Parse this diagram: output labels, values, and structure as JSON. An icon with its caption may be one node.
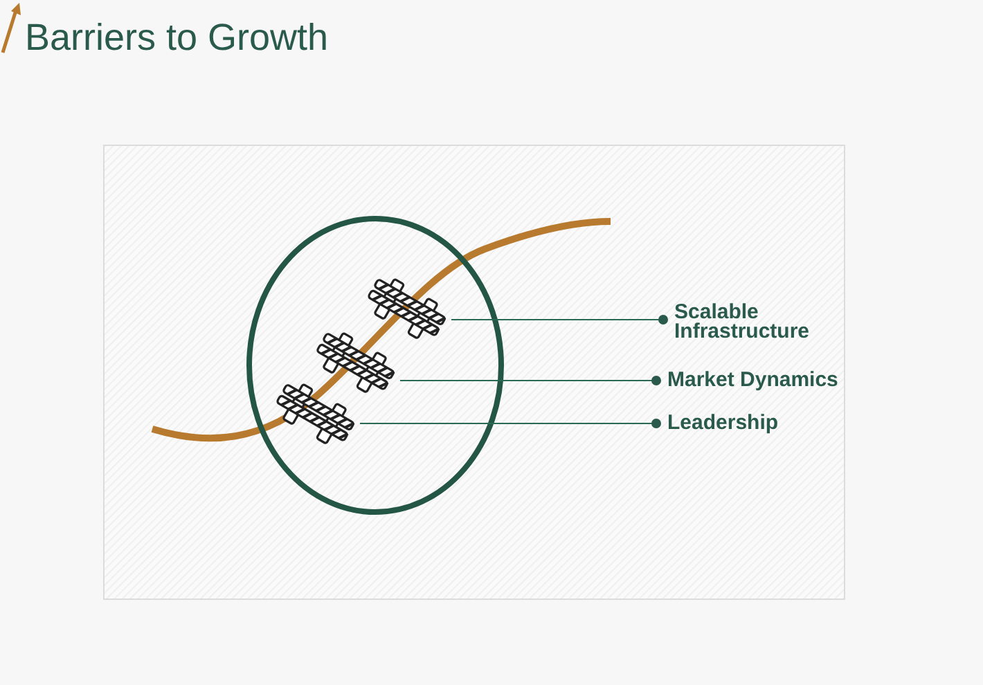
{
  "diagram": {
    "title": "Barriers to Growth",
    "nodes": [
      {
        "text": [],
        "shape": "picture"
      },
      {
        "text": [],
        "shape": "picture"
      },
      {
        "text": [],
        "shape": "picture"
      },
      {
        "text": [
          "Scalable Infrastructure"
        ]
      },
      {
        "text": [
          "Market Dynamics"
        ]
      },
      {
        "text": [
          "Leadership"
        ]
      }
    ],
    "edges": [
      {
        "from": 3,
        "to": 0,
        "arrow": "other"
      },
      {
        "from": 4,
        "to": 1,
        "arrow": "other"
      },
      {
        "from": 5,
        "to": 2,
        "arrow": "other"
      }
    ]
  }
}
